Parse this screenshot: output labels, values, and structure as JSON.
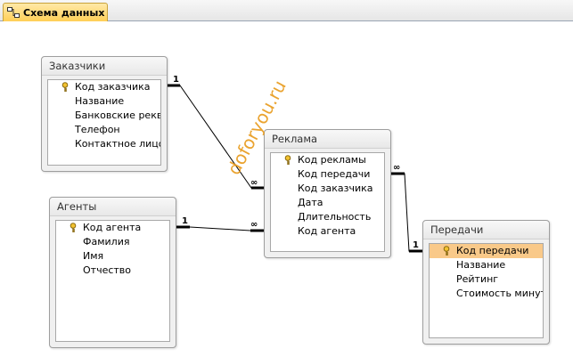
{
  "tab": {
    "label": "Схема данных",
    "icon": "relationships-icon"
  },
  "tables": {
    "zakazchiki": {
      "title": "Заказчики",
      "fields": [
        "Код заказчика",
        "Название",
        "Банковские реквизиты",
        "Телефон",
        "Контактное лицо"
      ]
    },
    "agenty": {
      "title": "Агенты",
      "fields": [
        "Код агента",
        "Фамилия",
        "Имя",
        "Отчество"
      ]
    },
    "reklama": {
      "title": "Реклама",
      "fields": [
        "Код рекламы",
        "Код передачи",
        "Код заказчика",
        "Дата",
        "Длительность",
        "Код агента"
      ]
    },
    "peredachi": {
      "title": "Передачи",
      "fields": [
        "Код передачи",
        "Название",
        "Рейтинг",
        "Стоимость минуты"
      ]
    }
  },
  "relationships": [
    {
      "from": "Заказчики.Код заказчика",
      "to": "Реклама.Код заказчика",
      "one": "1",
      "many": "∞"
    },
    {
      "from": "Агенты.Код агента",
      "to": "Реклама.Код агента",
      "one": "1",
      "many": "∞"
    },
    {
      "from": "Передачи.Код передачи",
      "to": "Реклама.Код передачи",
      "one": "1",
      "many": "∞"
    }
  ],
  "watermark": "doforyou.ru",
  "colors": {
    "tab_bg": "#ffcf57",
    "selected_field": "#f9c989",
    "watermark": "#e89a1a"
  }
}
